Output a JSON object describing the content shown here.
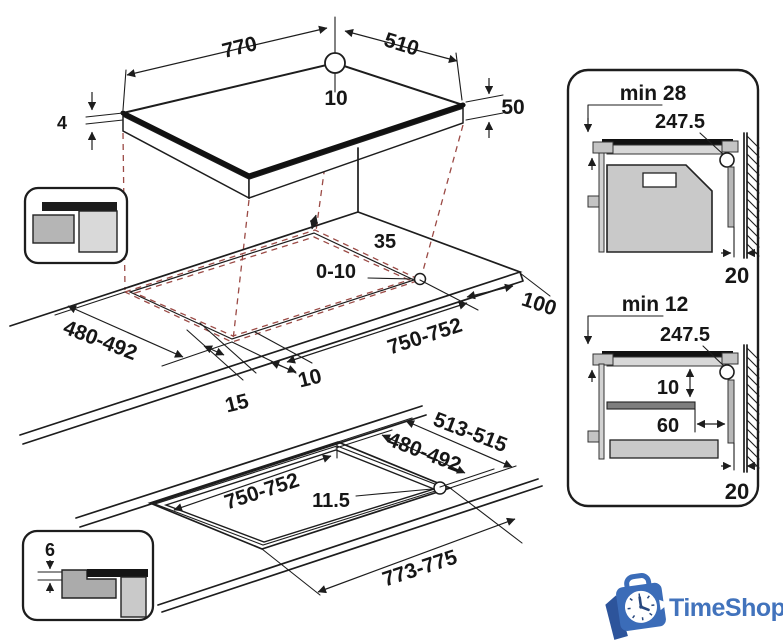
{
  "colors": {
    "line": "#1d1d1d",
    "projection_dash": "#9b4a45",
    "brand_blue": "#3b6cb8",
    "gray_counter": "#d8d8d8",
    "gray_cabinet": "#c9c9c9",
    "gray_shelf": "#838383",
    "gray_spacer": "#b8b8b8"
  },
  "hob": {
    "width": "770",
    "depth": "510",
    "rear_center_offset": "10",
    "body_height": "50",
    "glass_thickness": "4"
  },
  "worktop": {
    "rear_gap": "35",
    "lateral_play": "0-10",
    "cutout_depth": "480-492",
    "cutout_width": "750-752",
    "side_clearance": "100",
    "front_flange": "15",
    "side_flange": "10"
  },
  "flush_mount": {
    "recess_depth": "6",
    "glass_depth": "513-515",
    "cutout_depth": "480-492",
    "cutout_width": "750-752",
    "corner_radius": "11.5",
    "glass_width": "773-775"
  },
  "section_above_oven": {
    "min_clearance": "min 28",
    "cable_length": "247.5",
    "rear_wall_gap": "20"
  },
  "section_above_drawer": {
    "min_clearance": "min 12",
    "cable_length": "247.5",
    "gap_below_hob": "10",
    "shelf_setback": "60",
    "rear_wall_gap": "20"
  },
  "brand": {
    "logo_text": "TimeShop"
  }
}
